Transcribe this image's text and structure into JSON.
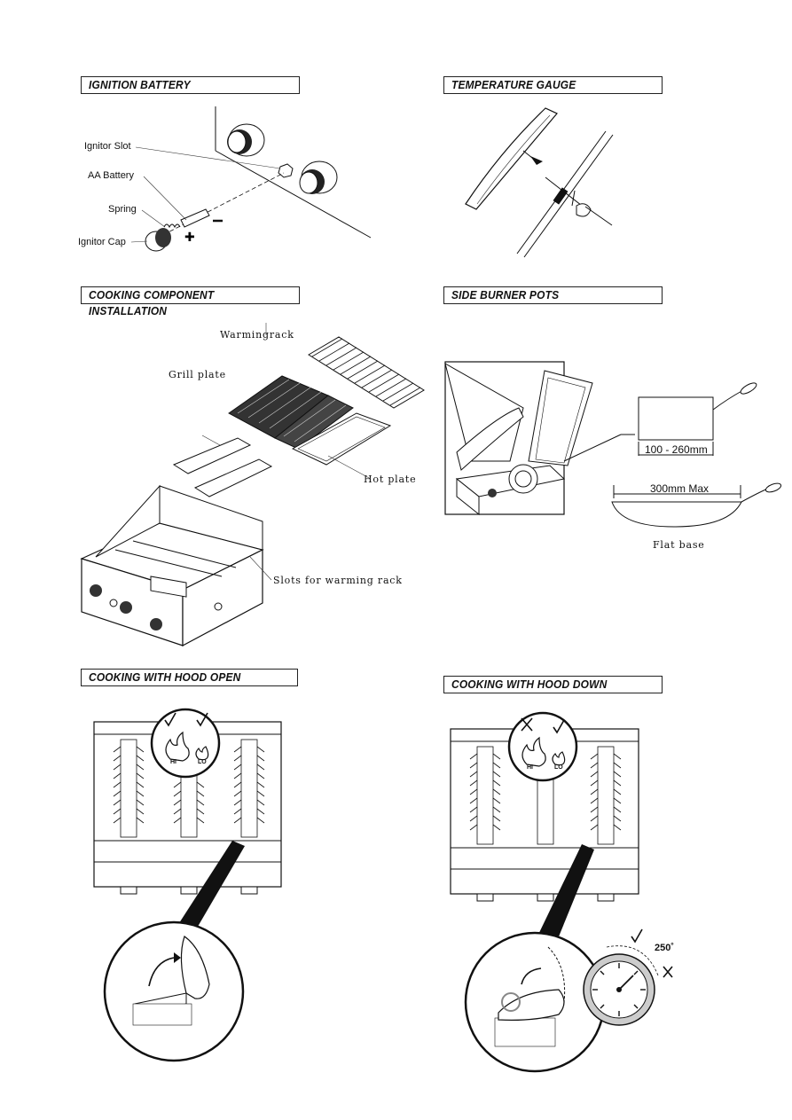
{
  "sections": {
    "ignition": {
      "title": "IGNITION BATTERY",
      "labels": [
        "Ignitor  Slot",
        "AA   Battery",
        "Spring",
        "Ignitor  Cap"
      ]
    },
    "gauge": {
      "title": "TEMPERATURE GAUGE"
    },
    "install": {
      "title": "COOKING COMPONENT INSTALLATION",
      "labels": {
        "warmingrack": "Warmingrack",
        "grill": "Grill plate",
        "hot": "Hot plate",
        "slots": "Slots for warming rack"
      }
    },
    "side": {
      "title": "SIDE BURNER POTS",
      "range": "100 - 260mm",
      "max": "300mm Max",
      "flat": "Flat base"
    },
    "hood_open": {
      "title": "COOKING WITH HOOD OPEN",
      "hi": "HI",
      "lo": "LO"
    },
    "hood_down": {
      "title": "COOKING WITH HOOD DOWN",
      "hi": "HI",
      "lo": "LO",
      "temp": "250˚"
    }
  }
}
